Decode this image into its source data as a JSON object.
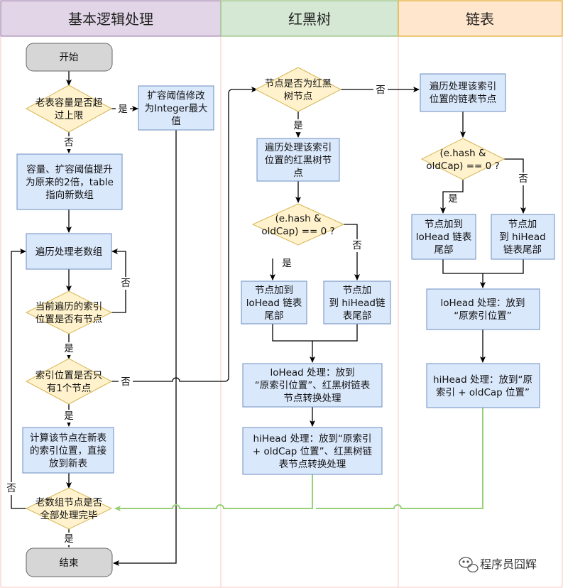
{
  "lanes": [
    {
      "id": "basic",
      "title": "基本逻辑处理",
      "fill": "#e1d5e7",
      "stroke": "#9673a6"
    },
    {
      "id": "rb",
      "title": "红黑树",
      "fill": "#d5e8d4",
      "stroke": "#82b366"
    },
    {
      "id": "ll",
      "title": "链表",
      "fill": "#ffe6cc",
      "stroke": "#d79b00"
    }
  ],
  "colors": {
    "process_fill": "#dae8fc",
    "process_stroke": "#6c8ebf",
    "decision_fill": "#fff2cc",
    "decision_stroke": "#d6b656",
    "terminal_fill": "#d6d6d6",
    "terminal_stroke": "#666666",
    "green_line": "#97d077",
    "lane_border": "#f4c7c3"
  },
  "nodes": {
    "start": [
      "开始"
    ],
    "check_max": [
      "老表容量是否超",
      "过上限"
    ],
    "set_max": [
      "扩容阈值修改",
      "为Integer最大",
      "值"
    ],
    "resize": [
      "容量、扩容阈值提升",
      "为原来的2倍，table",
      "指向新数组"
    ],
    "iterate_old": [
      "遍历处理老数组"
    ],
    "has_node": [
      "当前遍历的索引",
      "位置是否有节点"
    ],
    "single_node": [
      "索引位置是否只",
      "有1个节点"
    ],
    "calc_index": [
      "计算该节点在新表",
      "的索引位置，直接",
      "放到新表"
    ],
    "all_done": [
      "老数组节点是否",
      "全部处理完毕"
    ],
    "end": [
      "结束"
    ],
    "is_tree": [
      "节点是否为红黑",
      "树节点"
    ],
    "tree_iter": [
      "遍历处理该索引",
      "位置的红黑树节",
      "点"
    ],
    "tree_cond": [
      "(e.hash &",
      "oldCap) == 0 ?"
    ],
    "tree_lo": [
      "节点加到",
      "loHead 链表",
      "尾部"
    ],
    "tree_hi": [
      "节点加",
      "到 hiHead链",
      "表尾部"
    ],
    "tree_lo_proc": [
      "loHead 处理：放到",
      "“原索引位置”、红黑树链表",
      "节点转换处理"
    ],
    "tree_hi_proc": [
      "hiHead 处理：放到“原索引",
      "+ oldCap 位置”、红黑树链",
      "表节点转换处理"
    ],
    "list_iter": [
      "遍历处理该索引",
      "位置的链表节点"
    ],
    "list_cond": [
      "(e.hash &",
      "oldCap) == 0 ?"
    ],
    "list_lo": [
      "节点加到",
      "loHead 链表",
      "尾部"
    ],
    "list_hi": [
      "节点加",
      "到 hiHead",
      "链表尾部"
    ],
    "list_lo_proc": [
      "loHead 处理：放到",
      "“原索引位置”"
    ],
    "list_hi_proc": [
      "hiHead 处理：放到“原",
      "索引 + oldCap 位置”"
    ]
  },
  "edge_labels": {
    "yes": "是",
    "no": "否"
  },
  "watermark": "程序员囧辉"
}
